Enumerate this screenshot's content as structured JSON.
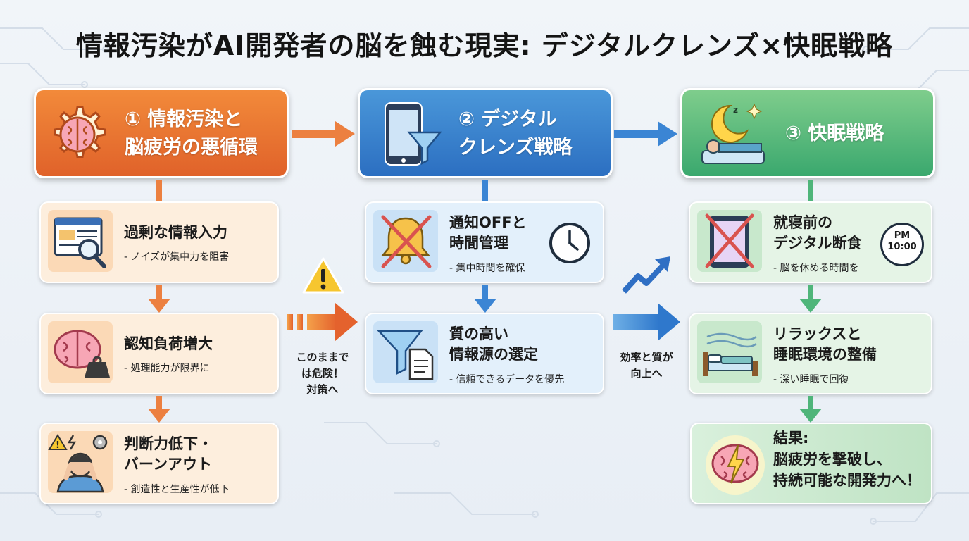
{
  "title": "情報汚染がAI開発者の脳を蝕む現実: デジタルクレンズ×快眠戦略",
  "columns": [
    {
      "header_lines": [
        "① 情報汚染と",
        "脳疲労の悪循環"
      ],
      "header_icon": "brain-gear-icon",
      "cards": [
        {
          "title_lines": [
            "過剰な情報入力"
          ],
          "subtitle": "- ノイズが集中力を阻害",
          "icon": "web-magnifier-icon"
        },
        {
          "title_lines": [
            "認知負荷増大"
          ],
          "subtitle": "- 処理能力が限界に",
          "icon": "brain-weight-icon"
        },
        {
          "title_lines": [
            "判断力低下・",
            "バーンアウト"
          ],
          "subtitle": "- 創造性と生産性が低下",
          "icon": "stressed-person-icon"
        }
      ]
    },
    {
      "header_lines": [
        "② デジタル",
        "クレンズ戦略"
      ],
      "header_icon": "phone-filter-icon",
      "cards": [
        {
          "title_lines": [
            "通知OFFと",
            "時間管理"
          ],
          "subtitle": "- 集中時間を確保",
          "icon": "bell-off-icon"
        },
        {
          "title_lines": [
            "質の高い",
            "情報源の選定"
          ],
          "subtitle": "- 信頼できるデータを優先",
          "icon": "funnel-document-icon"
        }
      ]
    },
    {
      "header_lines": [
        "③ 快眠戦略"
      ],
      "header_icon": "moon-sleep-icon",
      "cards": [
        {
          "title_lines": [
            "就寝前の",
            "デジタル断食"
          ],
          "subtitle": "- 脳を休める時間を",
          "icon": "tablet-off-icon",
          "clock_label": [
            "PM",
            "10:00"
          ]
        },
        {
          "title_lines": [
            "リラックスと",
            "睡眠環境の整備"
          ],
          "subtitle": "- 深い睡眠で回復",
          "icon": "bed-icon"
        },
        {
          "title_lines": [
            "結果:",
            "脳疲労を撃破し、",
            "持続可能な開発力へ！"
          ],
          "subtitle": "",
          "icon": "brain-lightning-icon"
        }
      ]
    }
  ],
  "connectors": {
    "warning_text": [
      "このままで",
      "は危険！",
      "対策へ"
    ],
    "improve_text": [
      "効率と質が",
      "向上へ"
    ]
  },
  "colors": {
    "orange": "#e8702e",
    "blue": "#2f7ed0",
    "green": "#4fb57a",
    "warning": "#f6c62f"
  }
}
